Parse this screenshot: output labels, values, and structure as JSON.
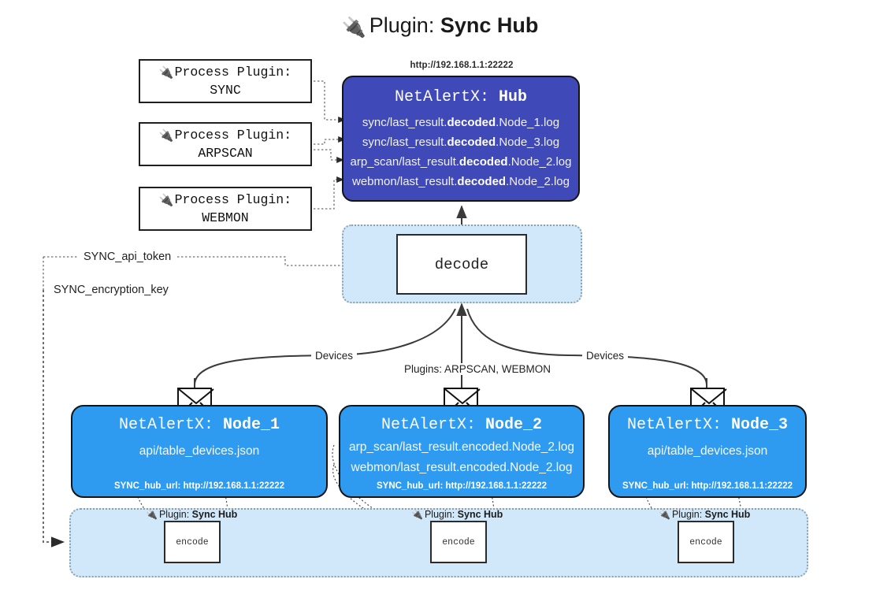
{
  "title": {
    "icon": "plug-icon",
    "lead": "Plugin: ",
    "strong": "Sync Hub"
  },
  "process_plugins": [
    {
      "icon": "plug-icon",
      "line1": "Process Plugin:",
      "line2": "SYNC"
    },
    {
      "icon": "plug-icon",
      "line1": "Process Plugin:",
      "line2": "ARPSCAN"
    },
    {
      "icon": "plug-icon",
      "line1": "Process Plugin:",
      "line2": "WEBMON"
    }
  ],
  "hub": {
    "url": "http://192.168.1.1:22222",
    "title_prefix": "NetAlertX: ",
    "title_name": "Hub",
    "logs": [
      {
        "pre": "sync/last_result.",
        "strong": "decoded",
        "post": ".Node_1.log"
      },
      {
        "pre": "sync/last_result.",
        "strong": "decoded",
        "post": ".Node_3.log"
      },
      {
        "pre": "arp_scan/last_result.",
        "strong": "decoded",
        "post": ".Node_2.log"
      },
      {
        "pre": "webmon/last_result.",
        "strong": "decoded",
        "post": ".Node_2.log"
      }
    ]
  },
  "decode": {
    "label": "decode"
  },
  "params": {
    "api_token": "SYNC_api_token",
    "encryption_key": "SYNC_encryption_key"
  },
  "edge_labels": {
    "devices_left": "Devices",
    "devices_right": "Devices",
    "plugins_mid": "Plugins: ARPSCAN, WEBMON"
  },
  "nodes": [
    {
      "title_prefix": "NetAlertX: ",
      "title_name": "Node_1",
      "lines": [
        "api/table_devices.json"
      ],
      "footer": "SYNC_hub_url: http://192.168.1.1:22222",
      "envelope": "envelope-icon"
    },
    {
      "title_prefix": "NetAlertX: ",
      "title_name": "Node_2",
      "lines": [
        "arp_scan/last_result.encoded.Node_2.log",
        "webmon/last_result.encoded.Node_2.log"
      ],
      "footer": "SYNC_hub_url: http://192.168.1.1:22222",
      "envelope": "envelope-icon"
    },
    {
      "title_prefix": "NetAlertX: ",
      "title_name": "Node_3",
      "lines": [
        "api/table_devices.json"
      ],
      "footer": "SYNC_hub_url: http://192.168.1.1:22222",
      "envelope": "envelope-icon"
    }
  ],
  "encode_row": [
    {
      "tag_lead": "Plugin: ",
      "tag_strong": "Sync Hub",
      "box_label": "encode",
      "icon": "plug-icon"
    },
    {
      "tag_lead": "Plugin: ",
      "tag_strong": "Sync Hub",
      "box_label": "encode",
      "icon": "plug-icon"
    },
    {
      "tag_lead": "Plugin: ",
      "tag_strong": "Sync Hub",
      "box_label": "encode",
      "icon": "plug-icon"
    }
  ],
  "colors": {
    "hub_fill": "#4049b8",
    "node_fill": "#2e9bf0",
    "zone_fill": "#d1e8fa",
    "stroke": "#141414",
    "dotted_stroke": "#8fa0ad"
  }
}
